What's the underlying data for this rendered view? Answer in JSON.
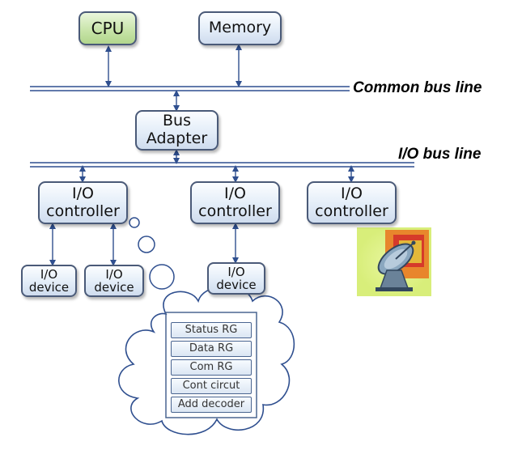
{
  "components": {
    "cpu": "CPU",
    "memory": "Memory",
    "bus_adapter": "Bus\nAdapter",
    "io_controller": "I/O\ncontroller",
    "io_device": "I/O\ndevice"
  },
  "labels": {
    "common_bus": "Common bus line",
    "io_bus": "I/O bus line"
  },
  "registers": [
    "Status RG",
    "Data RG",
    "Com RG",
    "Cont circut",
    "Add decoder"
  ],
  "icon": "satellite-dish-icon"
}
